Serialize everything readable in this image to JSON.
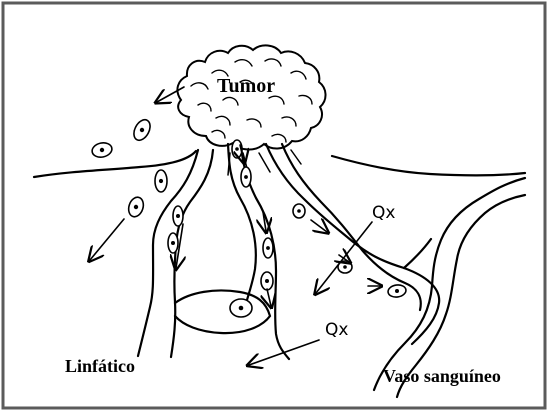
{
  "diagram": {
    "labels": {
      "tumor": "Tumor",
      "lymphatic": "Linfático",
      "blood_vessel": "Vaso sanguíneo",
      "flow_upper": "Qx",
      "flow_lower": "Qx"
    },
    "colors": {
      "ink": "#000000",
      "paper": "#ffffff",
      "frame": "#5b5b5b"
    }
  }
}
